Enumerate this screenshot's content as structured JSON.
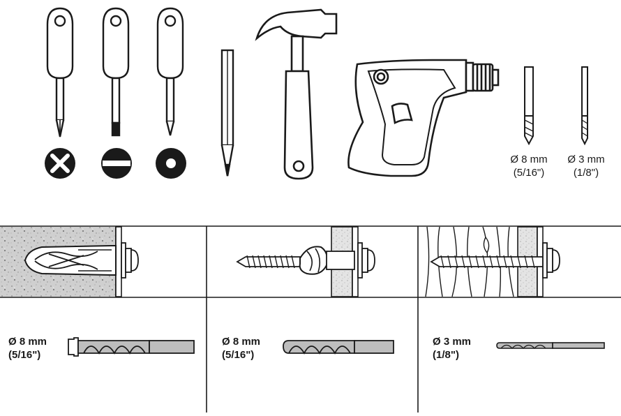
{
  "tools": {
    "screwdrivers": [
      {
        "name": "phillips",
        "icon": "phillips-cross-icon"
      },
      {
        "name": "flat",
        "icon": "flat-slot-icon"
      },
      {
        "name": "torx",
        "icon": "torx-dot-icon"
      }
    ],
    "pencil": {
      "icon": "pencil-icon"
    },
    "hammer": {
      "icon": "hammer-icon"
    },
    "drill": {
      "icon": "power-drill-icon"
    },
    "bits": [
      {
        "metric": "Ø 8 mm",
        "imperial": "(5/16\")"
      },
      {
        "metric": "Ø 3 mm",
        "imperial": "(1/8\")"
      }
    ]
  },
  "walls": [
    {
      "type": "concrete",
      "icon": "concrete-wall-plug-icon",
      "drill": {
        "metric": "Ø 8 mm",
        "imperial": "(5/16\")"
      }
    },
    {
      "type": "plasterboard",
      "icon": "plasterboard-anchor-icon",
      "drill": {
        "metric": "Ø 8 mm",
        "imperial": "(5/16\")"
      }
    },
    {
      "type": "wood",
      "icon": "wood-screw-icon",
      "drill": {
        "metric": "Ø 3 mm",
        "imperial": "(1/8\")"
      }
    }
  ],
  "colors": {
    "line": "#1a1a1a",
    "fill_grey": "#c8c8c8",
    "bit_grey": "#bdbdbd"
  }
}
